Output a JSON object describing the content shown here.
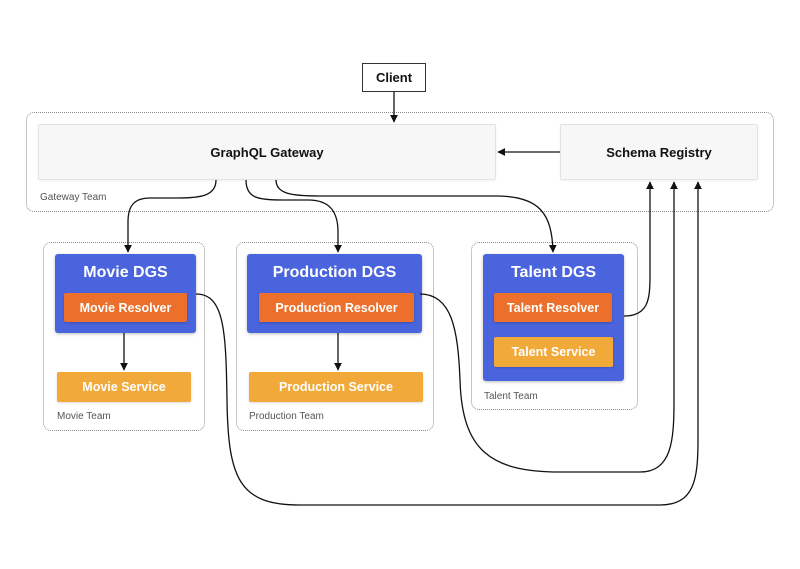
{
  "client": {
    "label": "Client"
  },
  "gateway_team": {
    "gateway_label": "GraphQL Gateway",
    "registry_label": "Schema Registry",
    "team_label": "Gateway Team"
  },
  "movie": {
    "dgs_title": "Movie DGS",
    "resolver": "Movie Resolver",
    "service": "Movie Service",
    "team_label": "Movie Team"
  },
  "production": {
    "dgs_title": "Production DGS",
    "resolver": "Production Resolver",
    "service": "Production Service",
    "team_label": "Production Team"
  },
  "talent": {
    "dgs_title": "Talent DGS",
    "resolver": "Talent Resolver",
    "service": "Talent  Service",
    "team_label": "Talent Team"
  },
  "colors": {
    "dgs_blue": "#4a64dd",
    "resolver_orange": "#ec6f2b",
    "service_amber": "#f1a93a",
    "connector": "#111111"
  }
}
